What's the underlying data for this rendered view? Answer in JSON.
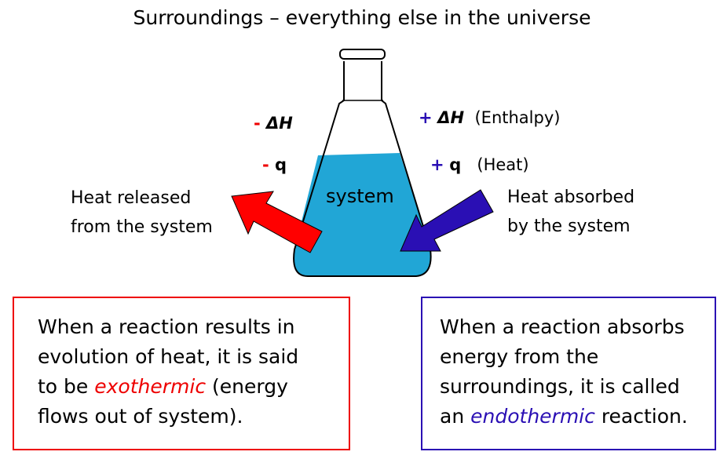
{
  "title": "Surroundings – everything else in the universe",
  "flask": {
    "label": "system",
    "liquid_color": "#21a6d6"
  },
  "left": {
    "sign_dh": "-",
    "dh": "ΔH",
    "sign_q": "-",
    "q": "q",
    "label_line1": "Heat released",
    "label_line2": "from the system",
    "arrow_color": "#ff0000"
  },
  "right": {
    "sign_dh": "+",
    "dh": "ΔH",
    "dh_note": "(Enthalpy)",
    "sign_q": "+",
    "q": "q",
    "q_note": "(Heat)",
    "label_line1": "Heat absorbed",
    "label_line2": "by the system",
    "arrow_color": "#2a0fb4"
  },
  "exo_box": {
    "line1": "When a reaction results in",
    "line2": "evolution of heat, it is said",
    "line3_pre": "to be ",
    "line3_em": "exothermic",
    "line3_post": " (energy",
    "line4": "flows out of system).",
    "border_color": "#ee0000"
  },
  "endo_box": {
    "line1": "When a reaction absorbs",
    "line2": "energy from the",
    "line3": "surroundings, it is called",
    "line4_pre": "an ",
    "line4_em": "endothermic",
    "line4_post": " reaction.",
    "border_color": "#2a0fb4"
  }
}
